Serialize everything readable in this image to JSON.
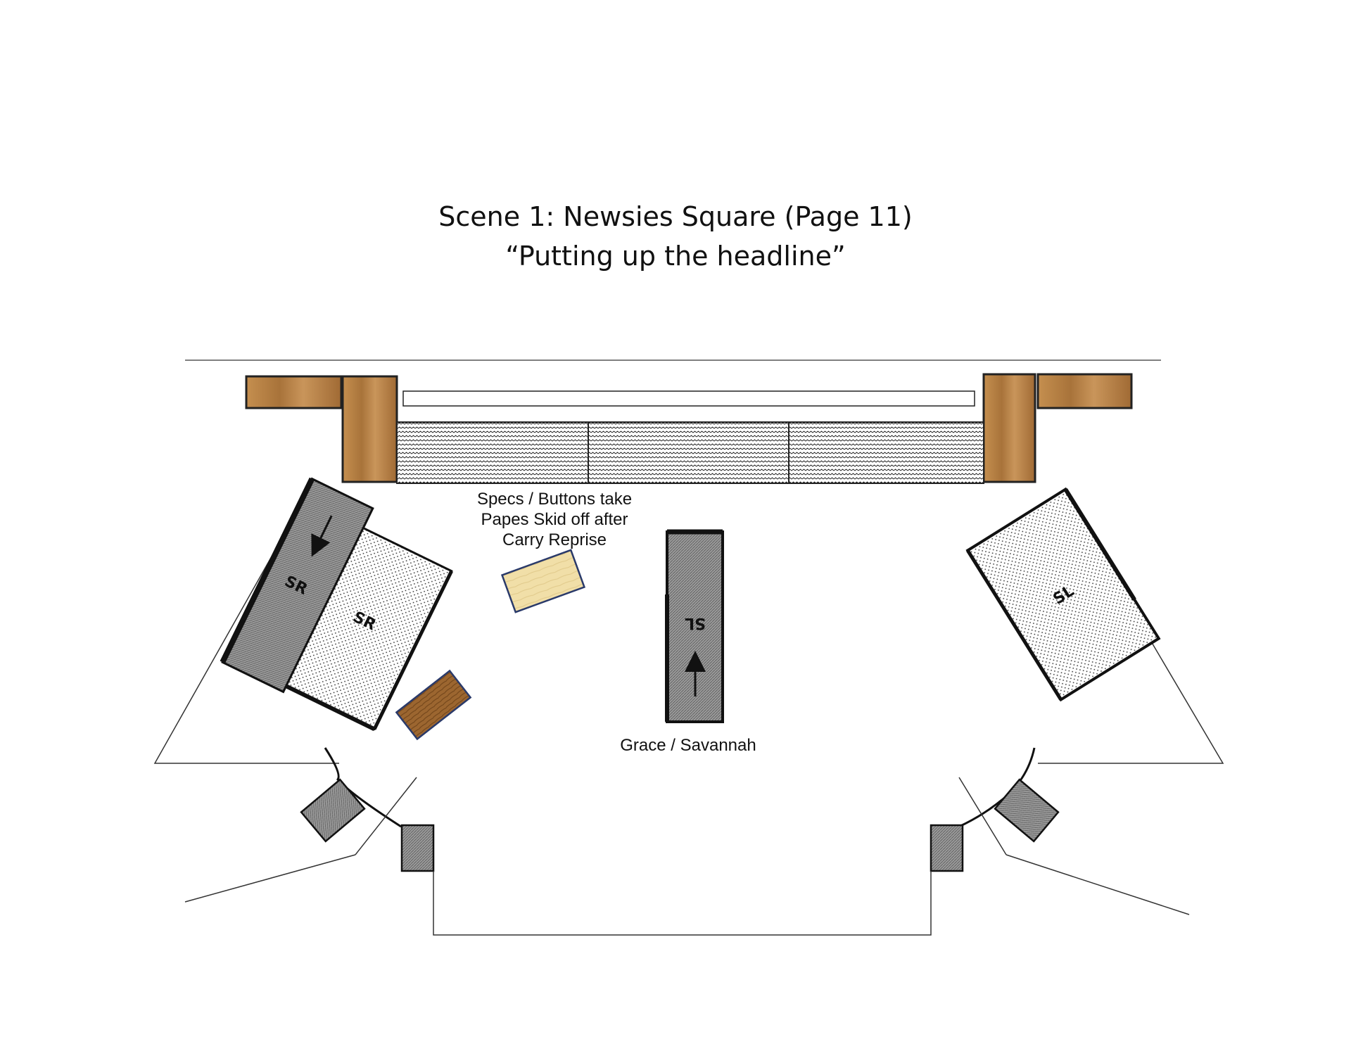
{
  "title": {
    "line1": "Scene 1: Newsies Square (Page 11)",
    "line2": "“Putting up the headline”"
  },
  "notes": {
    "specs_line1": "Specs / Buttons take",
    "specs_line2": "Papes Skid off after",
    "specs_line3": "Carry Reprise",
    "grace": "Grace / Savannah"
  },
  "units": {
    "sr_gray": "SR",
    "sr_dotted": "SR",
    "center_sl": "SL",
    "right_sl": "SL"
  },
  "colors": {
    "wood": "#b8864a",
    "light_wood": "#f1dfa8",
    "gray_unit": "#8c8c8c",
    "outline": "#1a1a1a"
  }
}
